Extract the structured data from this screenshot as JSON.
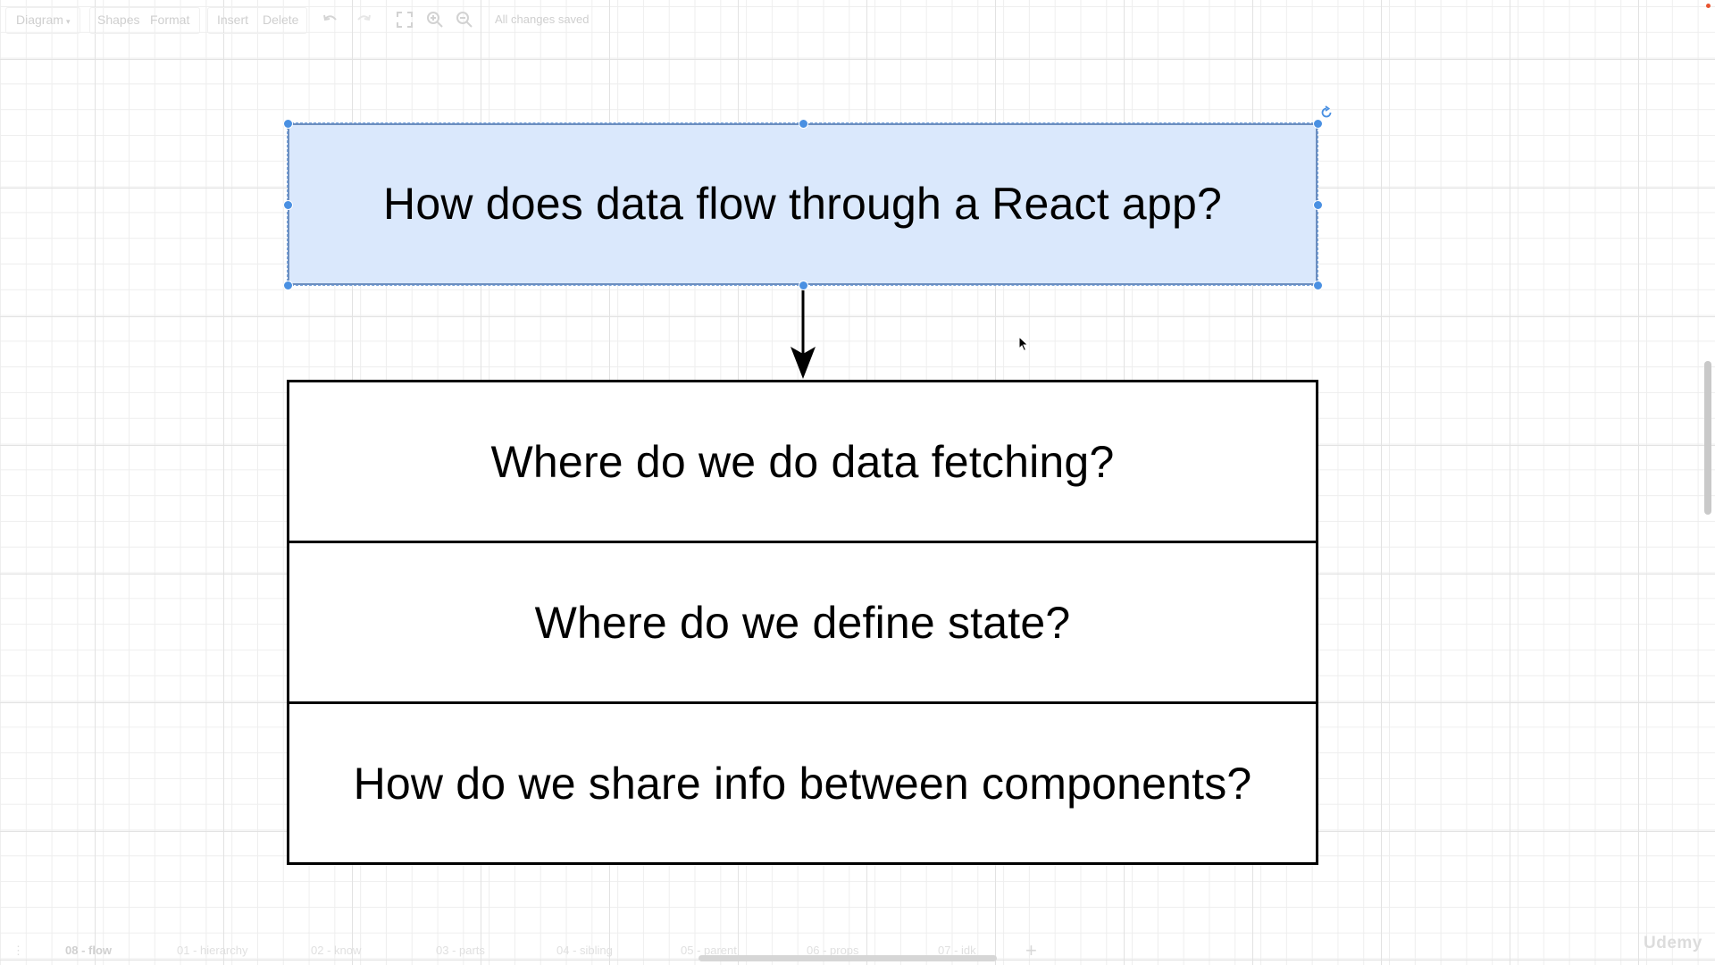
{
  "toolbar": {
    "diagram_label": "Diagram",
    "shapes_label": "Shapes",
    "format_label": "Format",
    "insert_label": "Insert",
    "delete_label": "Delete",
    "status": "All changes saved"
  },
  "diagram": {
    "title_box": "How does data flow through a React app?",
    "questions": [
      "Where do we do data fetching?",
      "Where do we define state?",
      "How do we share info between components?"
    ],
    "title_fill": "#dae8fc",
    "title_stroke": "#6c8ebf",
    "selection_color": "#4a90e2"
  },
  "pages": {
    "tabs": [
      {
        "label": "08 - flow",
        "active": true
      },
      {
        "label": "01 - hierarchy",
        "active": false
      },
      {
        "label": "02 - know",
        "active": false
      },
      {
        "label": "03 - parts",
        "active": false
      },
      {
        "label": "04 - sibling",
        "active": false
      },
      {
        "label": "05 - parent",
        "active": false
      },
      {
        "label": "06 - props",
        "active": false
      },
      {
        "label": "07 - idk",
        "active": false
      }
    ],
    "more_icon": "vertical-ellipsis-icon",
    "add_icon": "plus-icon"
  },
  "watermark": "Udemy"
}
